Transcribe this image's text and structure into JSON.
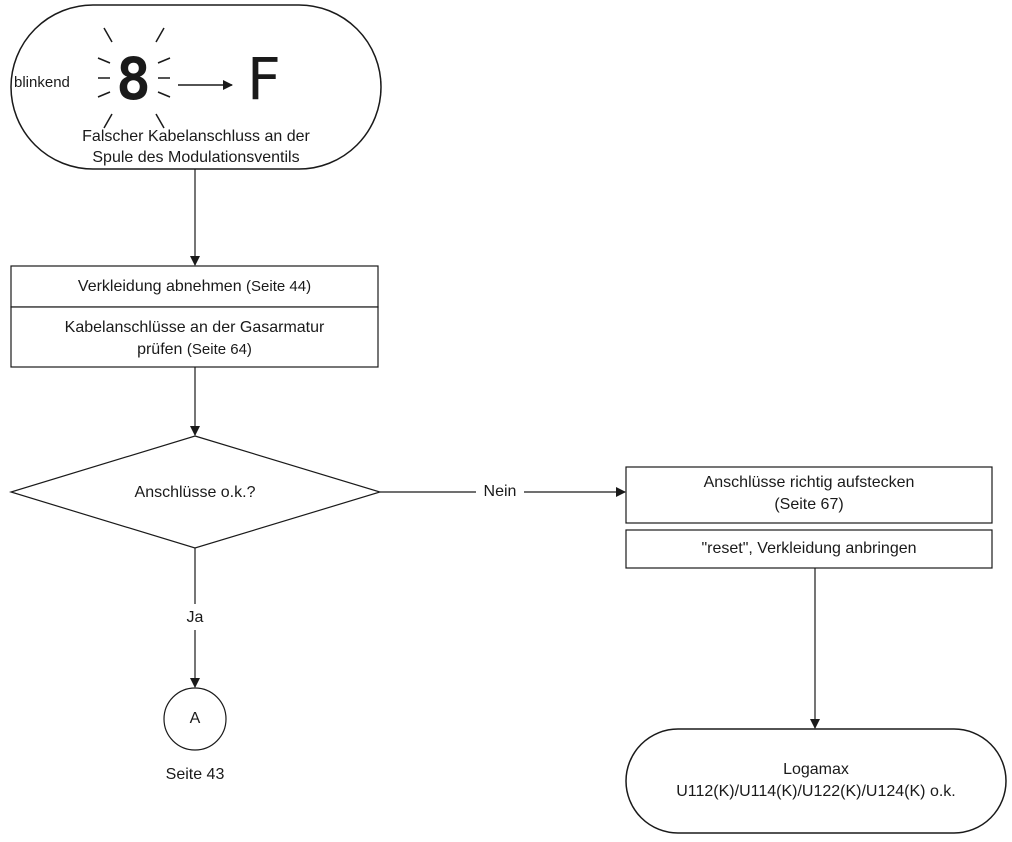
{
  "start": {
    "indicator": "blinkend",
    "display_from": "8",
    "display_to": "F",
    "message_line1": "Falscher Kabelanschluss an der",
    "message_line2": "Spule des Modulationsventils"
  },
  "step1": {
    "line1_text": "Verkleidung abnehmen",
    "line1_ref": "(Seite 44)",
    "line2_text": "Kabelanschlüsse an der Gasarmatur",
    "line2_text_b": "prüfen",
    "line2_ref": "(Seite 64)"
  },
  "decision": {
    "question": "Anschlüsse o.k.?",
    "no_label": "Nein",
    "yes_label": "Ja"
  },
  "fix": {
    "line1": "Anschlüsse richtig aufstecken",
    "line1_ref": "(Seite 67)",
    "line2": "\"reset\", Verkleidung anbringen"
  },
  "connector": {
    "letter": "A",
    "caption": "Seite 43"
  },
  "end": {
    "line1": "Logamax",
    "line2": "U112(K)/U114(K)/U122(K)/U124(K) o.k."
  }
}
